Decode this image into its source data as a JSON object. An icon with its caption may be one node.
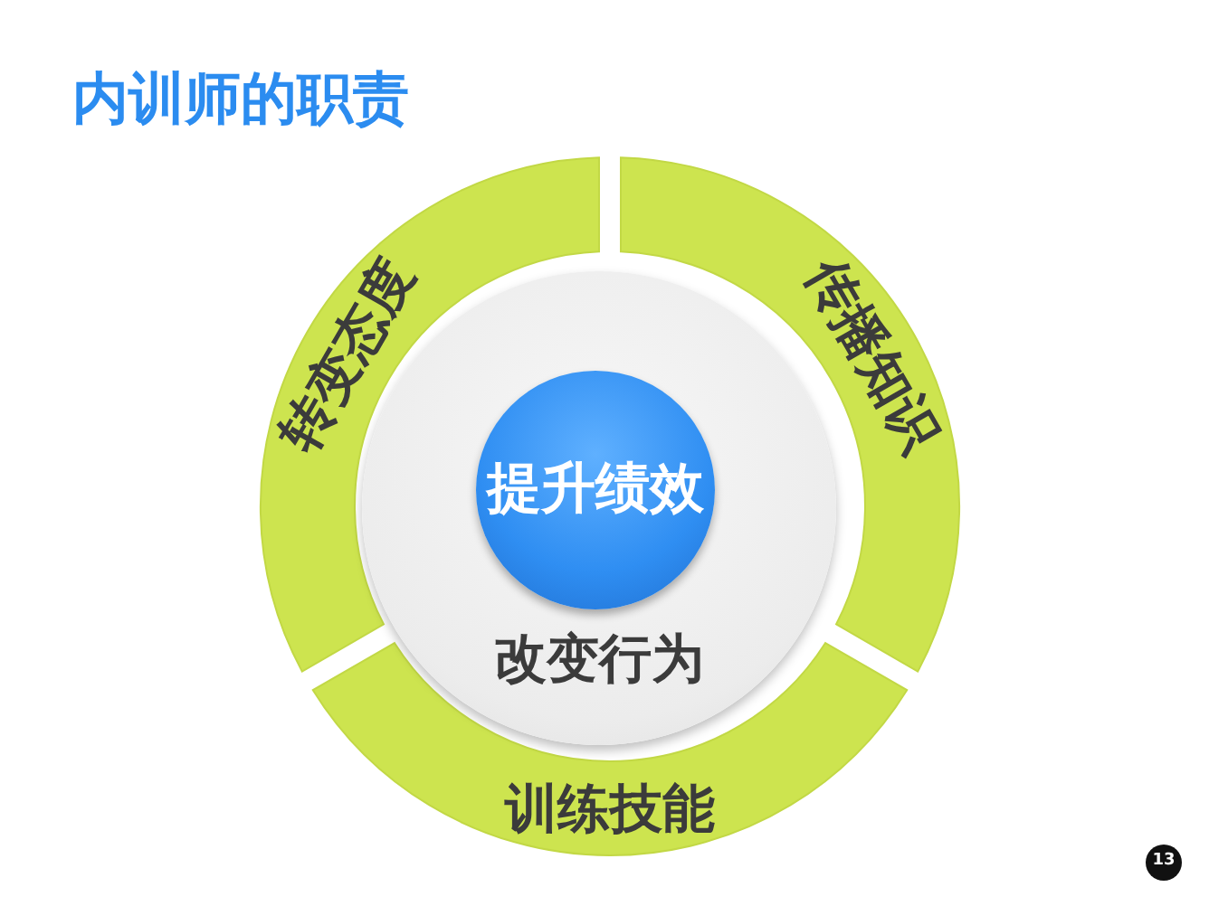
{
  "diagram": {
    "title": "内训师的职责",
    "nodes": [
      {
        "text": [
          "转变态度"
        ]
      },
      {
        "text": [
          "传播知识"
        ]
      },
      {
        "text": [
          "训练技能"
        ]
      },
      {
        "text": [
          "改变行为"
        ]
      },
      {
        "text": [
          "提升绩效"
        ],
        "in": 3
      },
      {
        "text": [
          "13"
        ]
      }
    ],
    "edges": []
  }
}
